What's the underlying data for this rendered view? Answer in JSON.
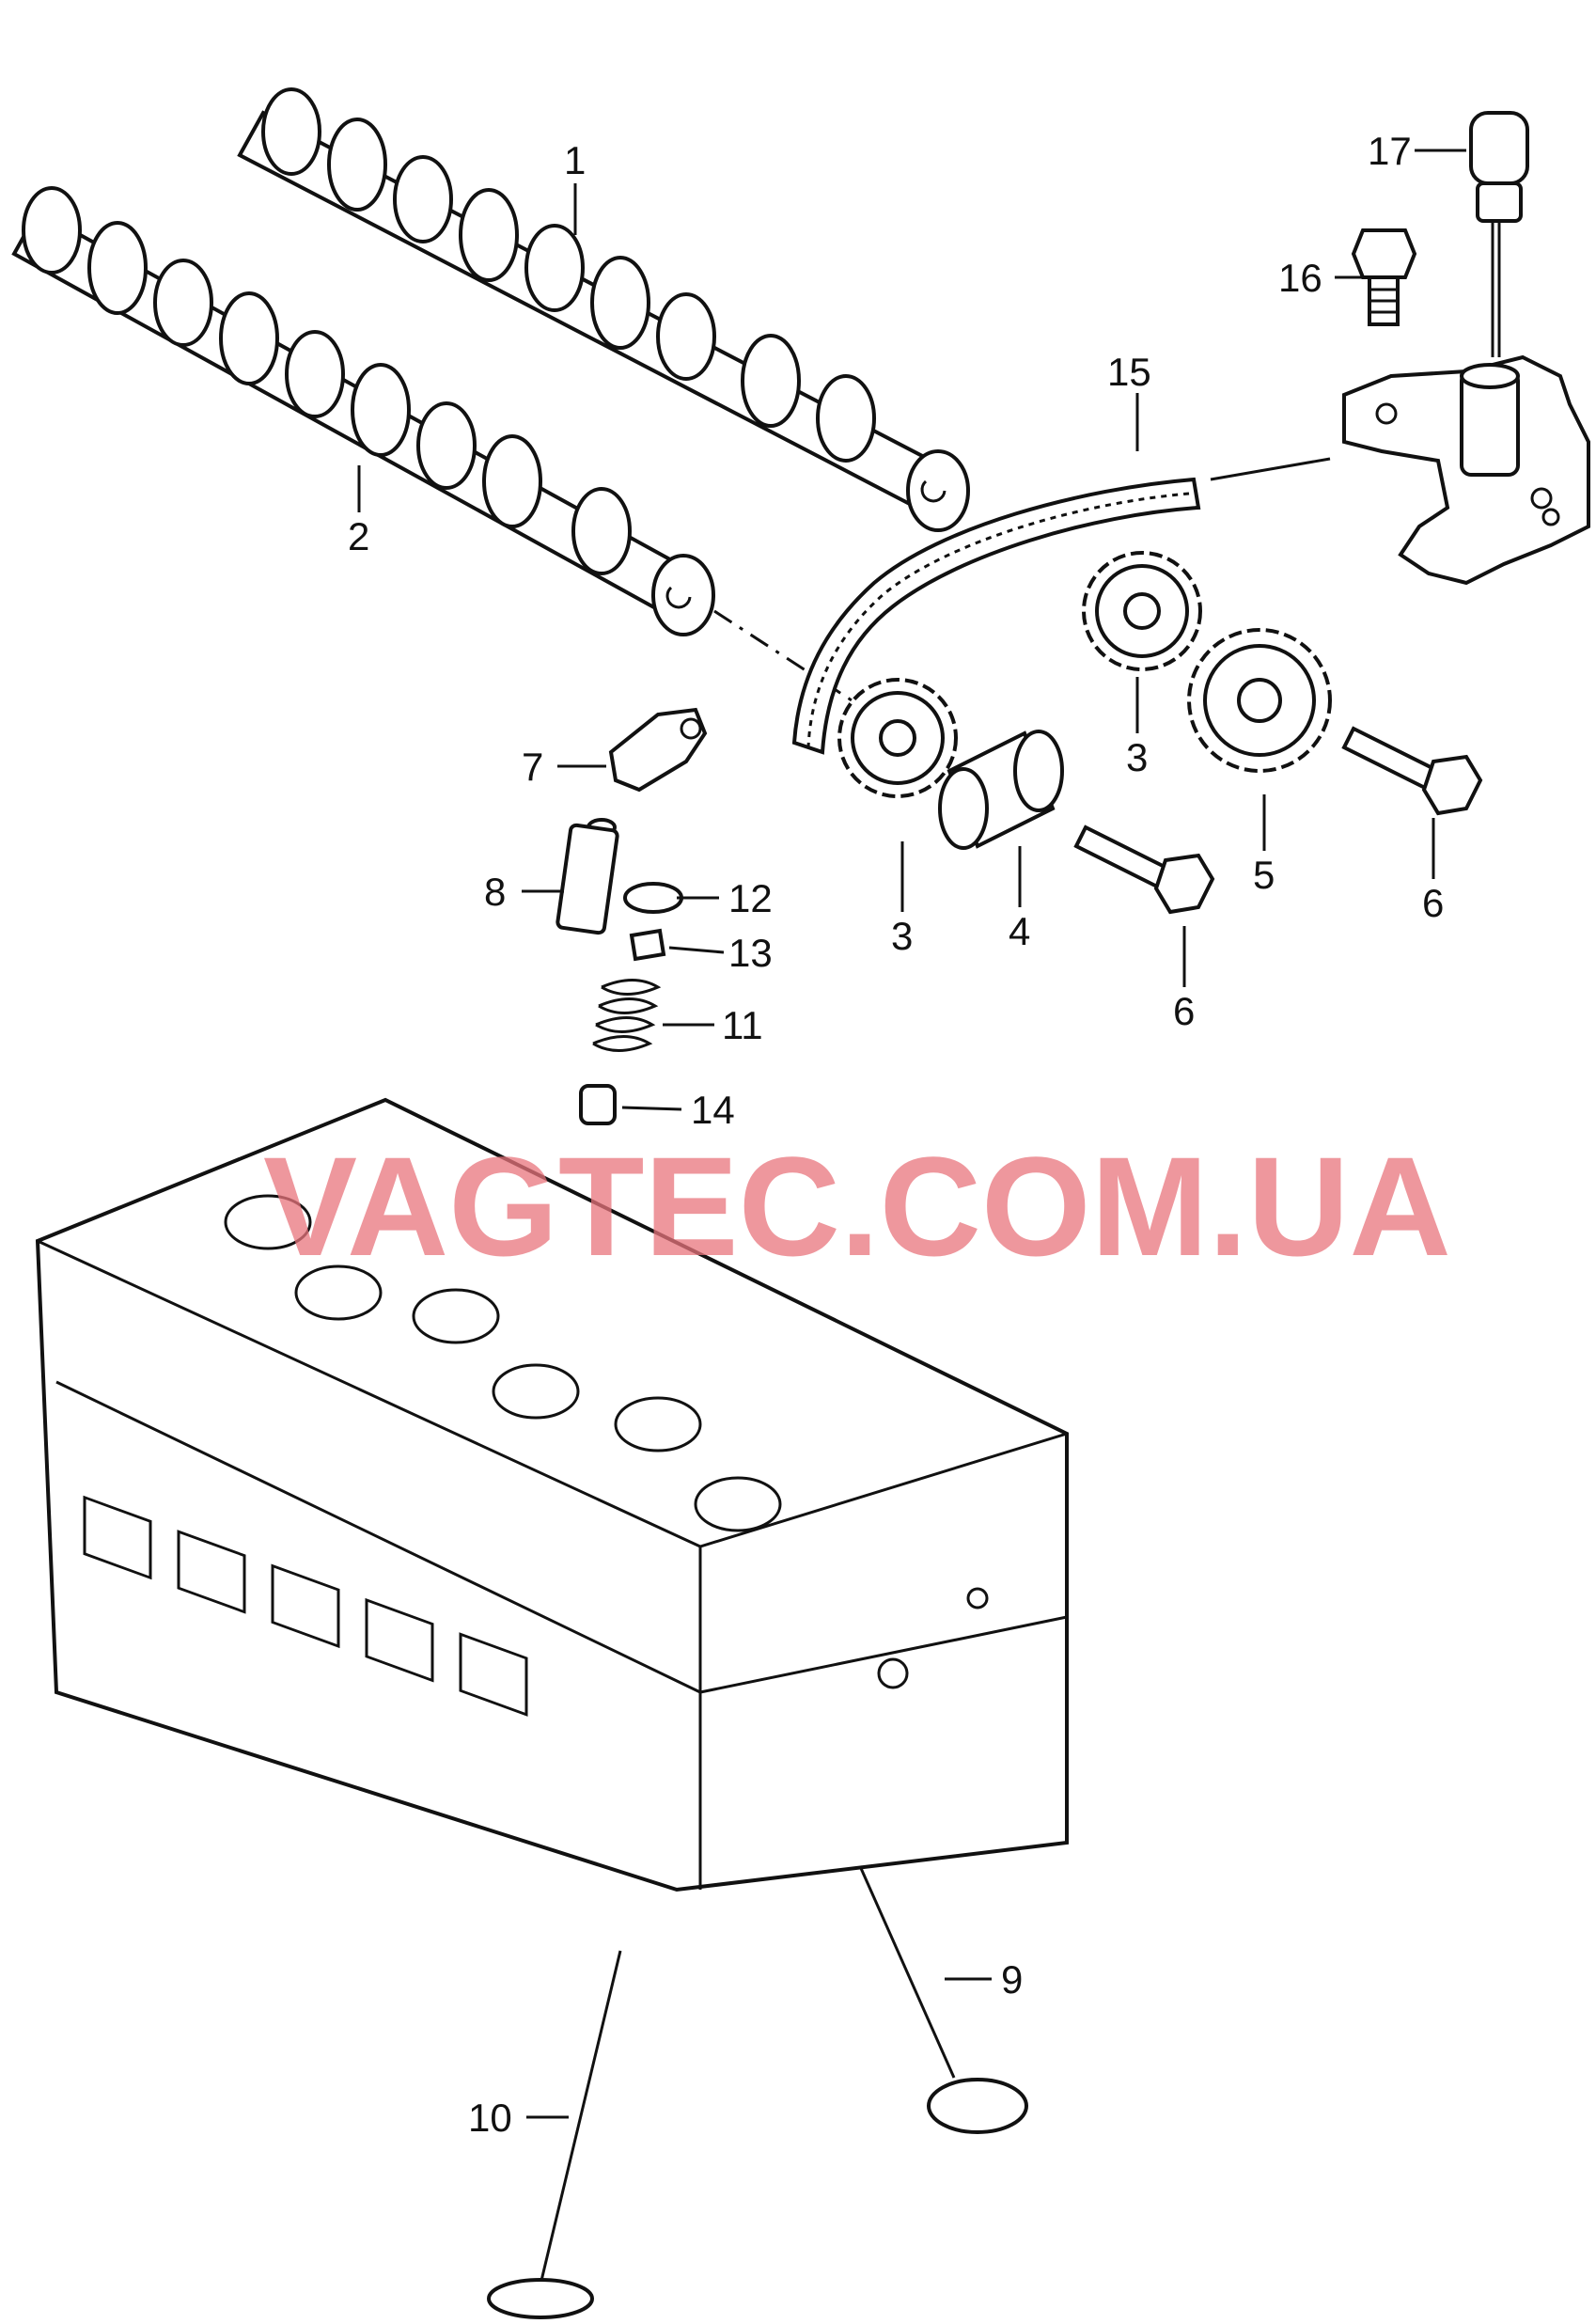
{
  "callouts": {
    "c1": "1",
    "c2": "2",
    "c3a": "3",
    "c3b": "3",
    "c4": "4",
    "c5": "5",
    "c6a": "6",
    "c6b": "6",
    "c7": "7",
    "c8": "8",
    "c9": "9",
    "c10": "10",
    "c11": "11",
    "c12": "12",
    "c13": "13",
    "c14": "14",
    "c15": "15",
    "c16": "16",
    "c17": "17"
  },
  "watermark": "VAGTEC.COM.UA"
}
